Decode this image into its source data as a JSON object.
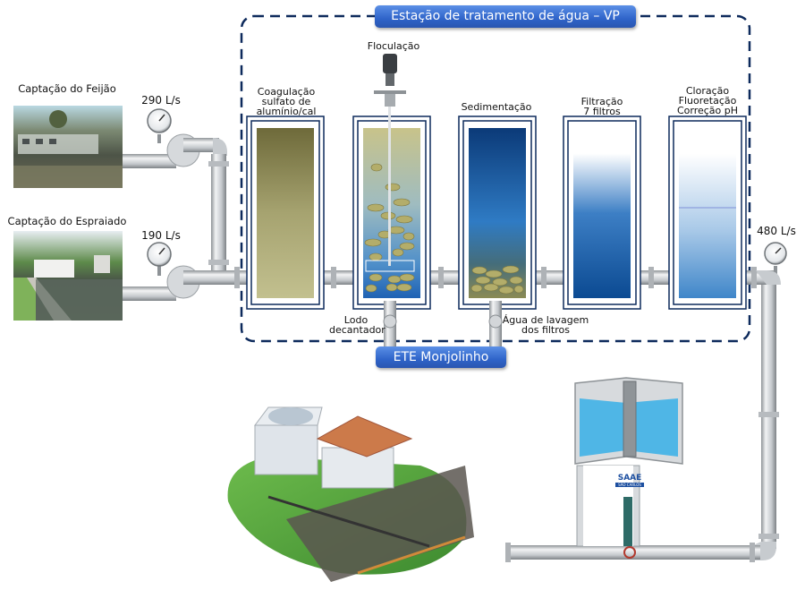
{
  "title": "Estação de tratamento de água – VP",
  "sources": [
    {
      "name": "Captação do Feijão",
      "flow": "290 L/s"
    },
    {
      "name": "Captação do Espraiado",
      "flow": "190 L/s"
    }
  ],
  "output_flow": "480 L/s",
  "stages": [
    {
      "label_lines": [
        "Coagulação",
        "sulfato de",
        "alumínio/cal"
      ]
    },
    {
      "label_lines": [
        "Floculação"
      ]
    },
    {
      "label_lines": [
        "Sedimentação"
      ]
    },
    {
      "label_lines": [
        "Filtração",
        "7 filtros"
      ]
    },
    {
      "label_lines": [
        "Cloração",
        "Fluoretação",
        "Correção pH"
      ]
    }
  ],
  "drains": [
    {
      "label_lines": [
        "Lodo",
        "decantador"
      ]
    },
    {
      "label_lines": [
        "Água de lavagem",
        "dos filtros"
      ]
    }
  ],
  "sewage_plant": "ETE Monjolinho",
  "water_tower_logo": {
    "text": "SAAE",
    "subtext": "SÃO CARLOS"
  },
  "colors": {
    "dashed_border": "#0d2a5c",
    "banner_blue": "#2f64c9",
    "tank_border": "#0d2a5c",
    "pipe_gray": "#c8cbcf",
    "tower_water": "#4fb6e6"
  }
}
